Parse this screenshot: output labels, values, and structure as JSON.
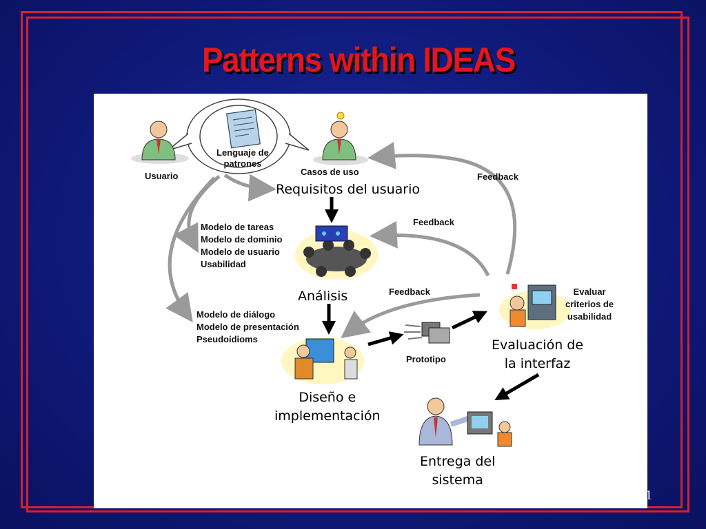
{
  "slide": {
    "title": "Patterns within IDEAS",
    "slide_number": "1"
  },
  "diagram": {
    "actors": {
      "usuario": "Usuario",
      "casos_de_uso": "Casos de uso",
      "lenguaje_patrones": [
        "Lenguaje de",
        "patrones"
      ]
    },
    "stages": {
      "requisitos": "Requisitos del usuario",
      "analisis": "Análisis",
      "diseno": [
        "Diseño e",
        "implementación"
      ],
      "evaluacion": [
        "Evaluación de",
        "la interfaz"
      ],
      "entrega": [
        "Entrega del",
        "sistema"
      ]
    },
    "analysis_models": [
      "Modelo de tareas",
      "Modelo de dominio",
      "Modelo de usuario",
      "Usabilidad"
    ],
    "design_models": [
      "Modelo de diálogo",
      "Modelo de presentación",
      "Pseudoidioms"
    ],
    "evaluar": [
      "Evaluar",
      "criterios de",
      "usabilidad"
    ],
    "prototipo": "Prototipo",
    "feedback_labels": [
      "Feedback",
      "Feedback",
      "Feedback"
    ]
  },
  "colors": {
    "background": "#0f1a7a",
    "frame": "#d8202a",
    "title": "#e4151c",
    "arrow_gray": "#9a9a9a"
  }
}
